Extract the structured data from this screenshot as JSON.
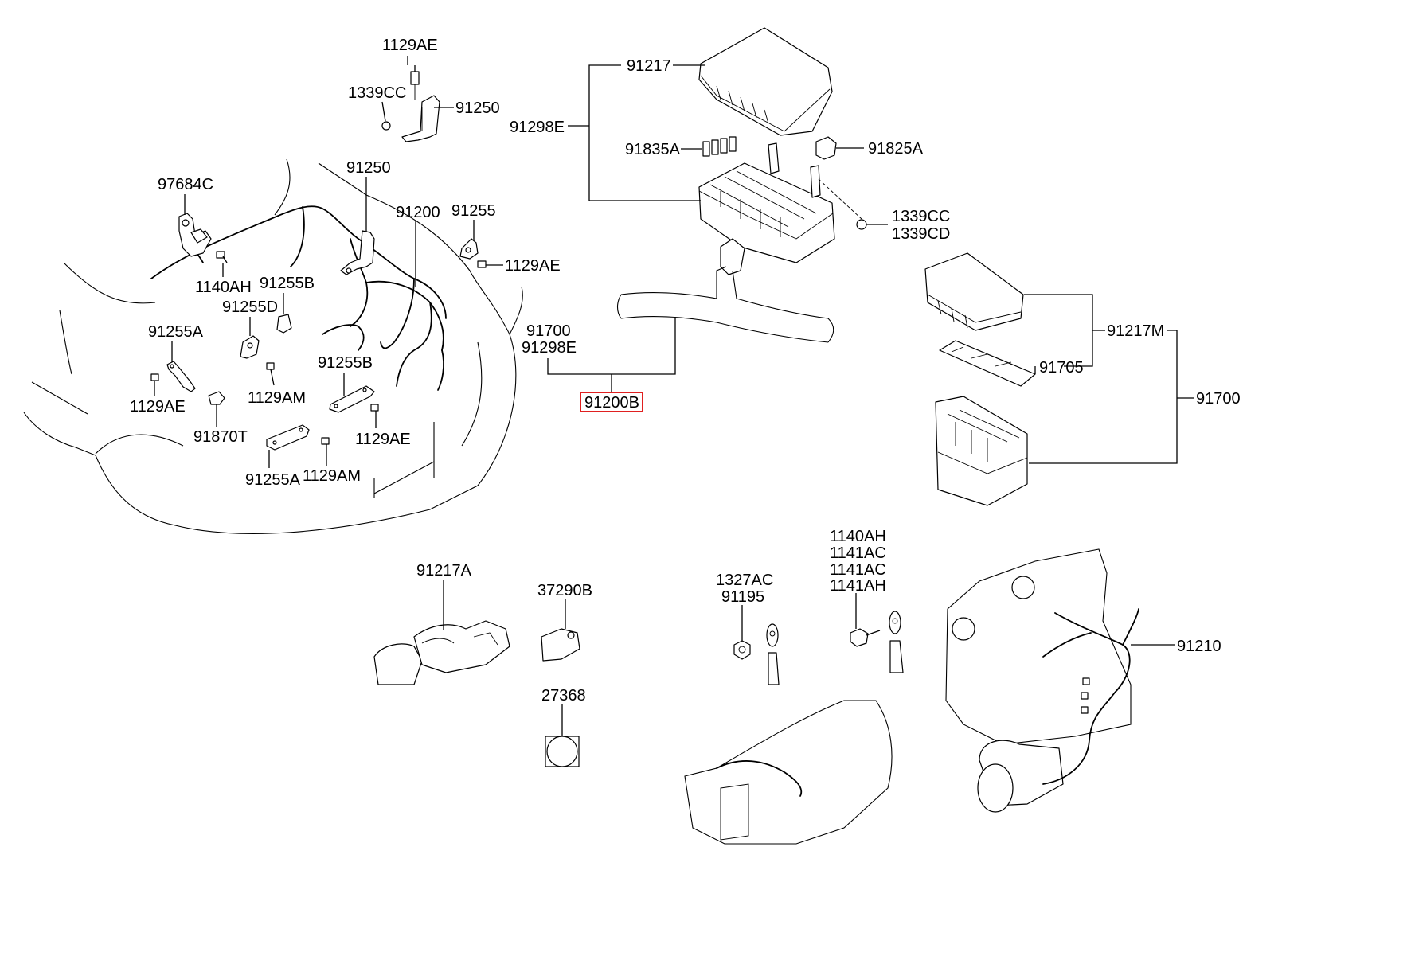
{
  "diagram": {
    "highlighted_part": "91200B",
    "highlight_color": "#e02020",
    "labels": [
      {
        "id": "l1",
        "text": "1129AE"
      },
      {
        "id": "l2",
        "text": "1339CC"
      },
      {
        "id": "l3",
        "text": "91250"
      },
      {
        "id": "l4",
        "text": "97684C"
      },
      {
        "id": "l5",
        "text": "91250"
      },
      {
        "id": "l6",
        "text": "91200"
      },
      {
        "id": "l7",
        "text": "91255"
      },
      {
        "id": "l8",
        "text": "1129AE"
      },
      {
        "id": "l9",
        "text": "1140AH"
      },
      {
        "id": "l10",
        "text": "91255B"
      },
      {
        "id": "l11",
        "text": "91255D"
      },
      {
        "id": "l12",
        "text": "91255A"
      },
      {
        "id": "l13",
        "text": "91255B"
      },
      {
        "id": "l14",
        "text": "1129AE"
      },
      {
        "id": "l15",
        "text": "1129AM"
      },
      {
        "id": "l16",
        "text": "91870T"
      },
      {
        "id": "l17",
        "text": "1129AE"
      },
      {
        "id": "l18",
        "text": "91255A"
      },
      {
        "id": "l19",
        "text": "1129AM"
      },
      {
        "id": "l20",
        "text": "91217"
      },
      {
        "id": "l21",
        "text": "91298E"
      },
      {
        "id": "l22",
        "text": "91835A"
      },
      {
        "id": "l23",
        "text": "91825A"
      },
      {
        "id": "l24",
        "text": "1339CC"
      },
      {
        "id": "l25",
        "text": "1339CD"
      },
      {
        "id": "l26",
        "text": "91700"
      },
      {
        "id": "l27",
        "text": "91298E"
      },
      {
        "id": "l28",
        "text": "91200B"
      },
      {
        "id": "l29",
        "text": "91217M"
      },
      {
        "id": "l30",
        "text": "91705"
      },
      {
        "id": "l31",
        "text": "91700"
      },
      {
        "id": "l32",
        "text": "91217A"
      },
      {
        "id": "l33",
        "text": "37290B"
      },
      {
        "id": "l34",
        "text": "27368"
      },
      {
        "id": "l35",
        "text": "1327AC"
      },
      {
        "id": "l36",
        "text": "91195"
      },
      {
        "id": "l37",
        "text": "1140AH"
      },
      {
        "id": "l38",
        "text": "1141AC"
      },
      {
        "id": "l39",
        "text": "1141AC"
      },
      {
        "id": "l40",
        "text": "1141AH"
      },
      {
        "id": "l41",
        "text": "91210"
      }
    ]
  }
}
